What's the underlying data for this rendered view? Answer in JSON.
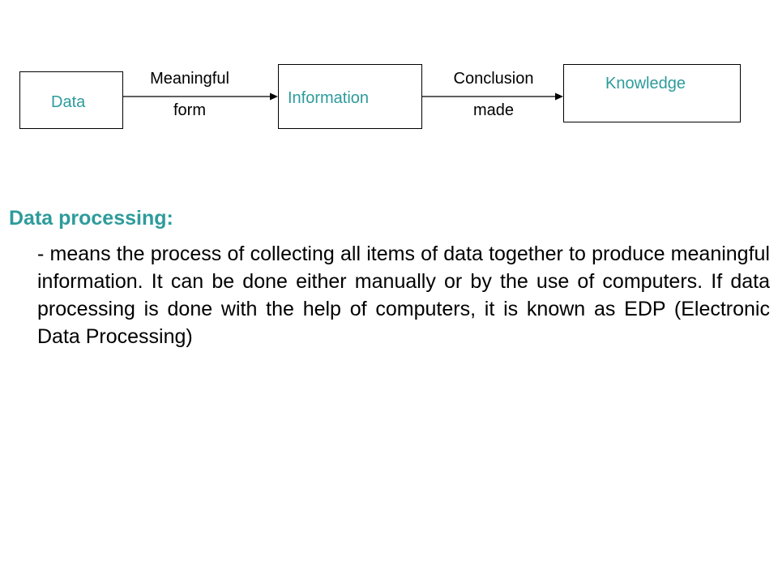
{
  "colors": {
    "accent": "#2e9b9b",
    "text": "#000000",
    "border": "#000000"
  },
  "flow": {
    "nodes": {
      "data": "Data",
      "information": "Information",
      "knowledge": "Knowledge"
    },
    "edges": {
      "first": {
        "line1": "Meaningful",
        "line2": "form"
      },
      "second": {
        "line1": "Conclusion",
        "line2": "made"
      }
    }
  },
  "section": {
    "title": "Data processing:",
    "body": "- means the process of collecting all items of data together to produce meaningful  information. It can be done either manually or by the use of computers. If data  processing is done with the help of computers, it is known as EDP (Electronic Data Processing)"
  }
}
